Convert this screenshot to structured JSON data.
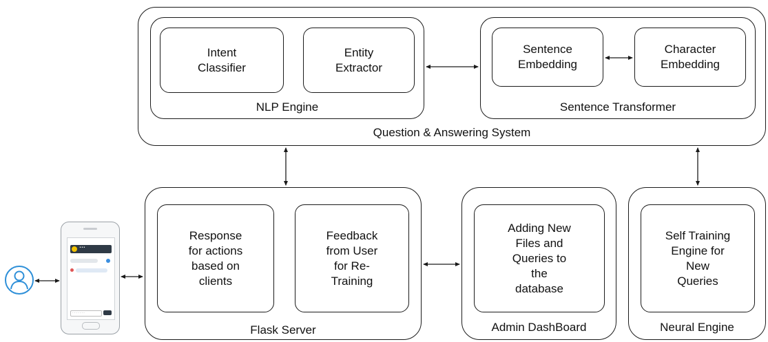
{
  "qa_system": {
    "title": "Question & Answering System",
    "nlp_engine": {
      "title": "NLP Engine",
      "intent_classifier": "Intent\nClassifier",
      "entity_extractor": "Entity\nExtractor"
    },
    "sentence_transformer": {
      "title": "Sentence Transformer",
      "sentence_embedding": "Sentence\nEmbedding",
      "character_embedding": "Character\nEmbedding"
    }
  },
  "flask_server": {
    "title": "Flask Server",
    "response": "Response\nfor actions\nbased on\nclients",
    "feedback": "Feedback\nfrom User\nfor Re-\nTraining"
  },
  "admin_dashboard": {
    "title": "Admin DashBoard",
    "content": "Adding New\nFiles and\nQueries to\nthe\ndatabase"
  },
  "neural_engine": {
    "title": "Neural Engine",
    "content": "Self Training\nEngine for\nNew\nQueries"
  },
  "colors": {
    "stroke": "#1a1a1a",
    "user_icon": "#2d8fd8"
  },
  "icons": {
    "user": "user-icon",
    "phone": "smartphone-icon"
  }
}
